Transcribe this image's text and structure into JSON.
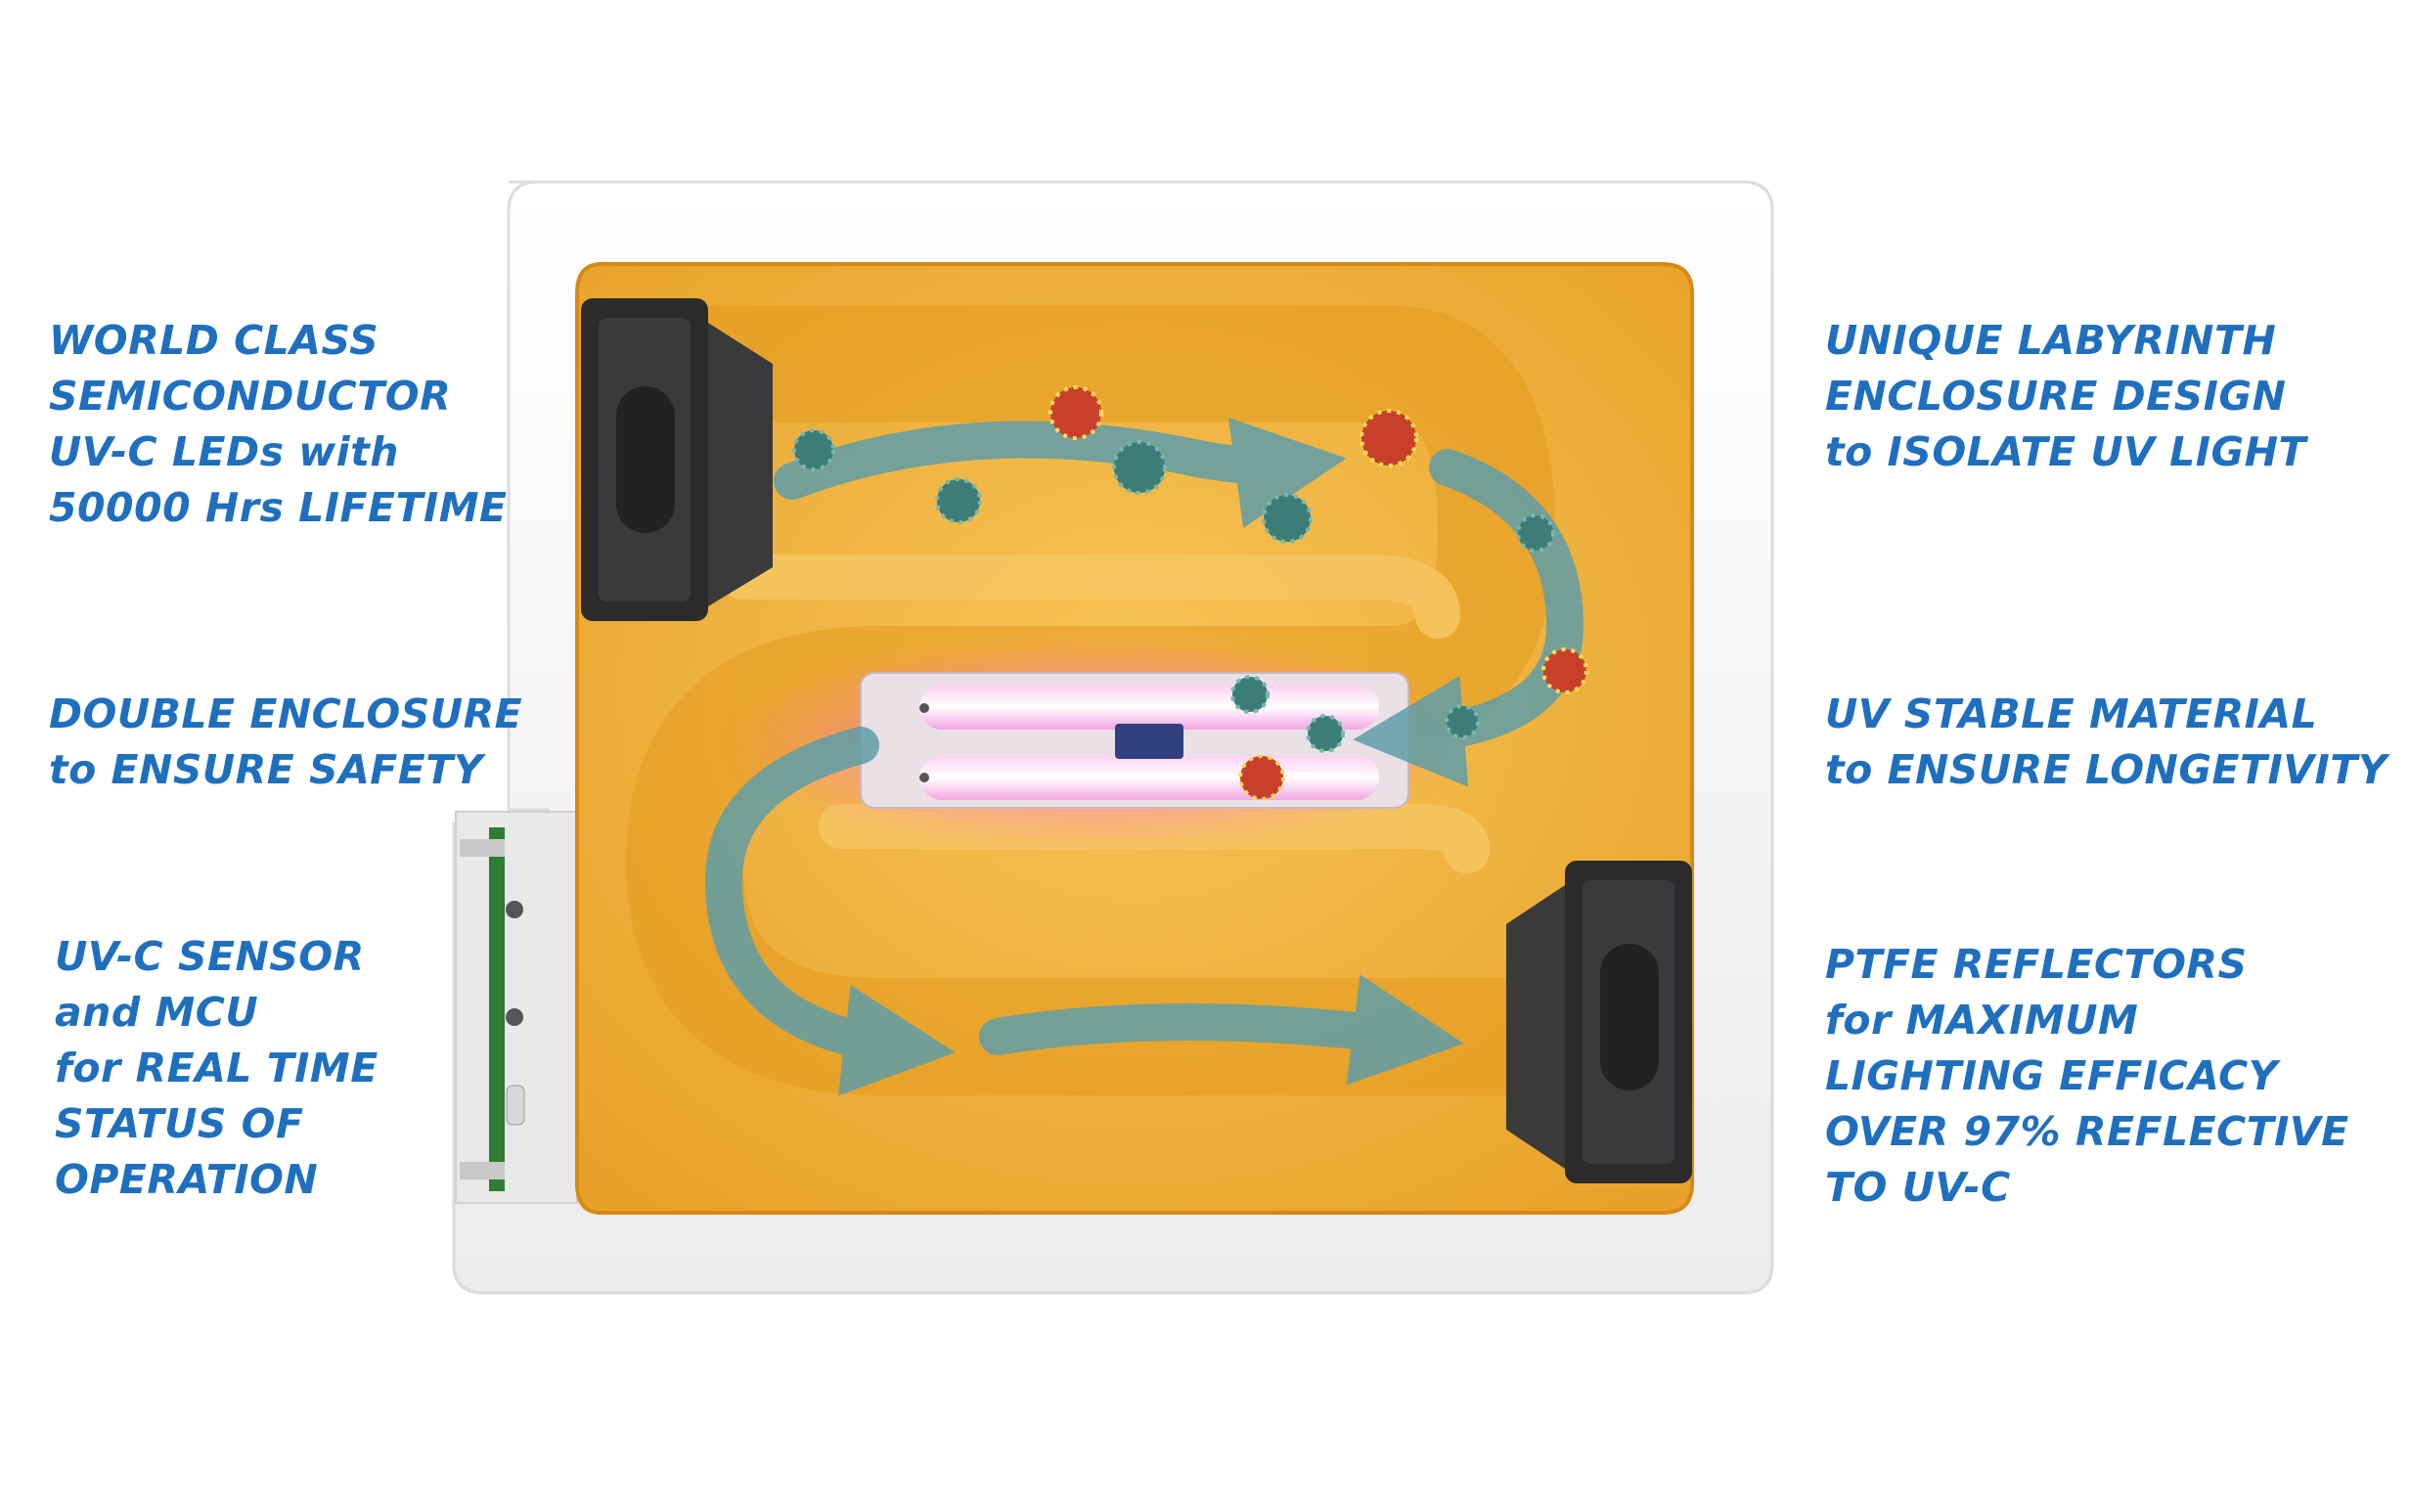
{
  "callouts": {
    "leds": {
      "lines": [
        "WORLD CLASS",
        "SEMICONDUCTOR",
        "UV-C LEDs with",
        "50000 Hrs LIFETIME"
      ]
    },
    "double_enclosure": {
      "lines": [
        "DOUBLE ENCLOSURE",
        "to ENSURE SAFETY"
      ]
    },
    "sensor": {
      "lines": [
        "UV-C SENSOR",
        "and MCU",
        "for REAL TIME",
        "STATUS OF",
        "OPERATION"
      ]
    },
    "labyrinth": {
      "lines": [
        "UNIQUE LABYRINTH",
        "ENCLOSURE DESIGN",
        "to ISOLATE UV LIGHT"
      ]
    },
    "material": {
      "lines": [
        "UV STABLE MATERIAL",
        "to ENSURE LONGETIVITY"
      ]
    },
    "reflectors": {
      "lines": [
        "PTFE REFLECTORS",
        "for MAXIMUM",
        "LIGHTING EFFICACY",
        "OVER 97% REFLECTIVE",
        "TO UV-C"
      ]
    }
  },
  "colors": {
    "label_text": "#1f6fbf",
    "housing": "#f2f2f2",
    "chamber": "#f2b33d",
    "channel_wall": "#e39a1e",
    "fan": "#2b2b2b",
    "airflow_arrow": "#5f9ea8",
    "uv_light": "#f6a8e6",
    "uv_glow": "#ff4fcf",
    "virus_red": "#c8402b",
    "virus_teal": "#3c7d78",
    "pcb": "#2e7d32"
  },
  "icons": {
    "fan_top": "fan-icon",
    "fan_bottom": "fan-icon",
    "virus": "virus-icon",
    "airflow": "airflow-arrow-icon",
    "uv_tube": "uv-tube-icon",
    "sensor_board": "circuit-board-icon"
  }
}
